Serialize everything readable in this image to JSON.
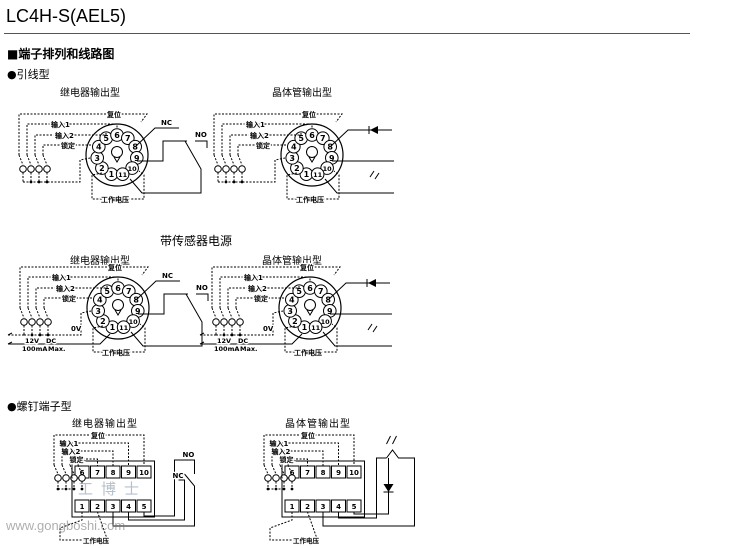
{
  "title": "LC4H-S(AEL5)",
  "section_heading": "■端子排列和线路图",
  "lead_type": {
    "label": "●引线型",
    "relay_title": "继电器输出型",
    "transistor_title": "晶体管输出型"
  },
  "sensor_power": {
    "label": "带传感器电源",
    "relay_title": "继电器输出型",
    "transistor_title": "晶体管输出型",
    "ov": "0V",
    "v12": "12V",
    "dc": "DC",
    "ma": "100mA",
    "max": "Max."
  },
  "screw_type": {
    "label": "●螺钉端子型",
    "relay_title": "继电器输出型",
    "transistor_title": "晶体管输出型"
  },
  "labels": {
    "reset": "复位",
    "input1": "输入1",
    "input2": "输入2",
    "lock": "锁定",
    "voltage": "工作电压",
    "nc": "NC",
    "no": "NO"
  },
  "pins": [
    "1",
    "2",
    "3",
    "4",
    "5",
    "6",
    "7",
    "8",
    "9",
    "10",
    "11"
  ],
  "watermark": {
    "brand": "工博士",
    "url": "www.gongboshi.com"
  }
}
